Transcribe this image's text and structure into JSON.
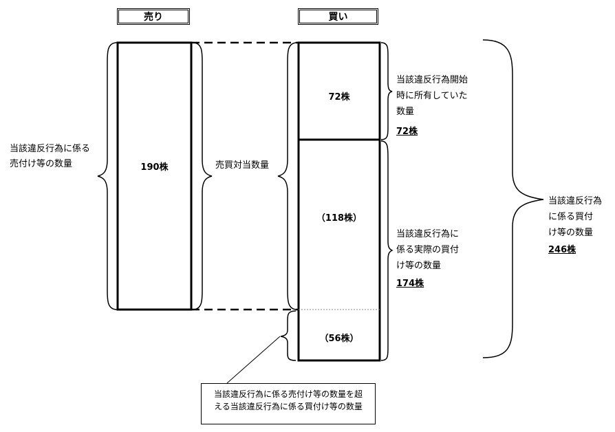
{
  "headers": {
    "sell": "売り",
    "buy": "買い"
  },
  "sell_box": {
    "value": "190株"
  },
  "buy_boxes": {
    "top": "72株",
    "middle": "（118株）",
    "bottom": "（56株）"
  },
  "labels": {
    "left": "当該違反行為に係る\n売付け等の数量",
    "middle": "売買対当数量",
    "held_text": "当該違反行為開始\n時に所有していた\n数量",
    "held_value": "72株",
    "actual_text": "当該違反行為に\n係る実際の買付\nけ等の数量",
    "actual_value": "174株",
    "total_text": "当該違反行為\nに係る買付\nけ等の数量",
    "total_value": "246株"
  },
  "callout": "当該違反行為に係る売付け等の数量を超\nえる当該違反行為に係る買付け等の数量"
}
